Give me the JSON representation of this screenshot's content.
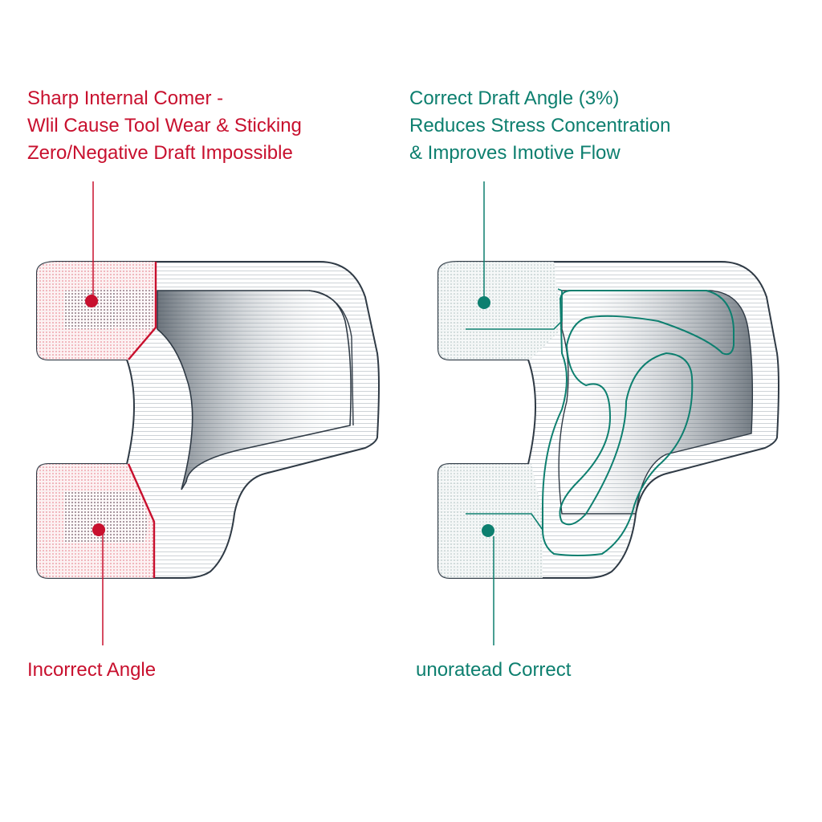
{
  "left": {
    "caption": [
      "Sharp Internal Comer -",
      "Wlil Cause Tool Wear & Sticking",
      "Zero/Negative Draft Impossible"
    ],
    "bottom_label": "Incorrect Angle",
    "color": "#c8102e"
  },
  "right": {
    "caption": [
      "Correct Draft Angle (3%)",
      "Reduces Stress Concentration",
      "& Improves Imotive Flow"
    ],
    "bottom_label": "unoratead Correct",
    "color": "#0d7f6f"
  },
  "outline_color": "#2f3a45"
}
